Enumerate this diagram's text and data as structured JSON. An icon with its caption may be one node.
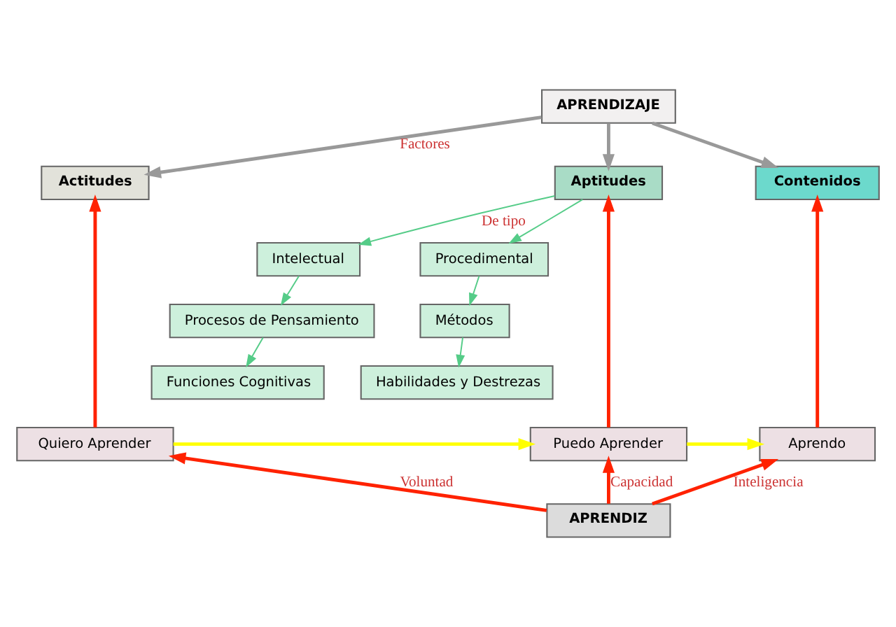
{
  "diagram": {
    "nodes": [
      {
        "text": [
          "APRENDIZAJE"
        ]
      },
      {
        "text": [
          "Actitudes"
        ]
      },
      {
        "text": [
          "Aptitudes"
        ]
      },
      {
        "text": [
          "Contenidos"
        ]
      },
      {
        "text": [
          "Intelectual"
        ]
      },
      {
        "text": [
          "Procesos de Pensamiento"
        ]
      },
      {
        "text": [
          "Funciones Cognitivas"
        ]
      },
      {
        "text": [
          "Procedimental"
        ]
      },
      {
        "text": [
          "Métodos"
        ]
      },
      {
        "text": [
          "Habilidades y Destrezas"
        ]
      },
      {
        "text": [
          "Quiero Aprender"
        ]
      },
      {
        "text": [
          "Puedo Aprender"
        ]
      },
      {
        "text": [
          "Aprendo"
        ]
      },
      {
        "text": [
          "APRENDIZ"
        ]
      }
    ],
    "edges": [
      {
        "from": 0,
        "to": 1,
        "arrow": "to",
        "label": "Factores",
        "color": "#999999"
      },
      {
        "from": 0,
        "to": 2,
        "arrow": "to",
        "color": "#999999"
      },
      {
        "from": 0,
        "to": 3,
        "arrow": "to",
        "color": "#999999"
      },
      {
        "from": 2,
        "to": 4,
        "arrow": "to",
        "label": "De tipo",
        "color": "#55cc88"
      },
      {
        "from": 2,
        "to": 7,
        "arrow": "to",
        "color": "#55cc88"
      },
      {
        "from": 4,
        "to": 5,
        "arrow": "to",
        "color": "#55cc88"
      },
      {
        "from": 5,
        "to": 6,
        "arrow": "to",
        "color": "#55cc88"
      },
      {
        "from": 7,
        "to": 8,
        "arrow": "to",
        "color": "#55cc88"
      },
      {
        "from": 8,
        "to": 9,
        "arrow": "to",
        "color": "#55cc88"
      },
      {
        "from": 10,
        "to": 1,
        "arrow": "to",
        "color": "#ff2200"
      },
      {
        "from": 11,
        "to": 2,
        "arrow": "to",
        "color": "#ff2200"
      },
      {
        "from": 12,
        "to": 3,
        "arrow": "to",
        "color": "#ff2200"
      },
      {
        "from": 10,
        "to": 11,
        "arrow": "to",
        "color": "#ffff00"
      },
      {
        "from": 11,
        "to": 12,
        "arrow": "to",
        "color": "#ffff00"
      },
      {
        "from": 13,
        "to": 10,
        "arrow": "to",
        "label": "Voluntad",
        "color": "#ff2200"
      },
      {
        "from": 13,
        "to": 11,
        "arrow": "to",
        "label": "Capacidad",
        "color": "#ff2200"
      },
      {
        "from": 13,
        "to": 12,
        "arrow": "to",
        "label": "Inteligencia",
        "color": "#ff2200"
      }
    ]
  }
}
